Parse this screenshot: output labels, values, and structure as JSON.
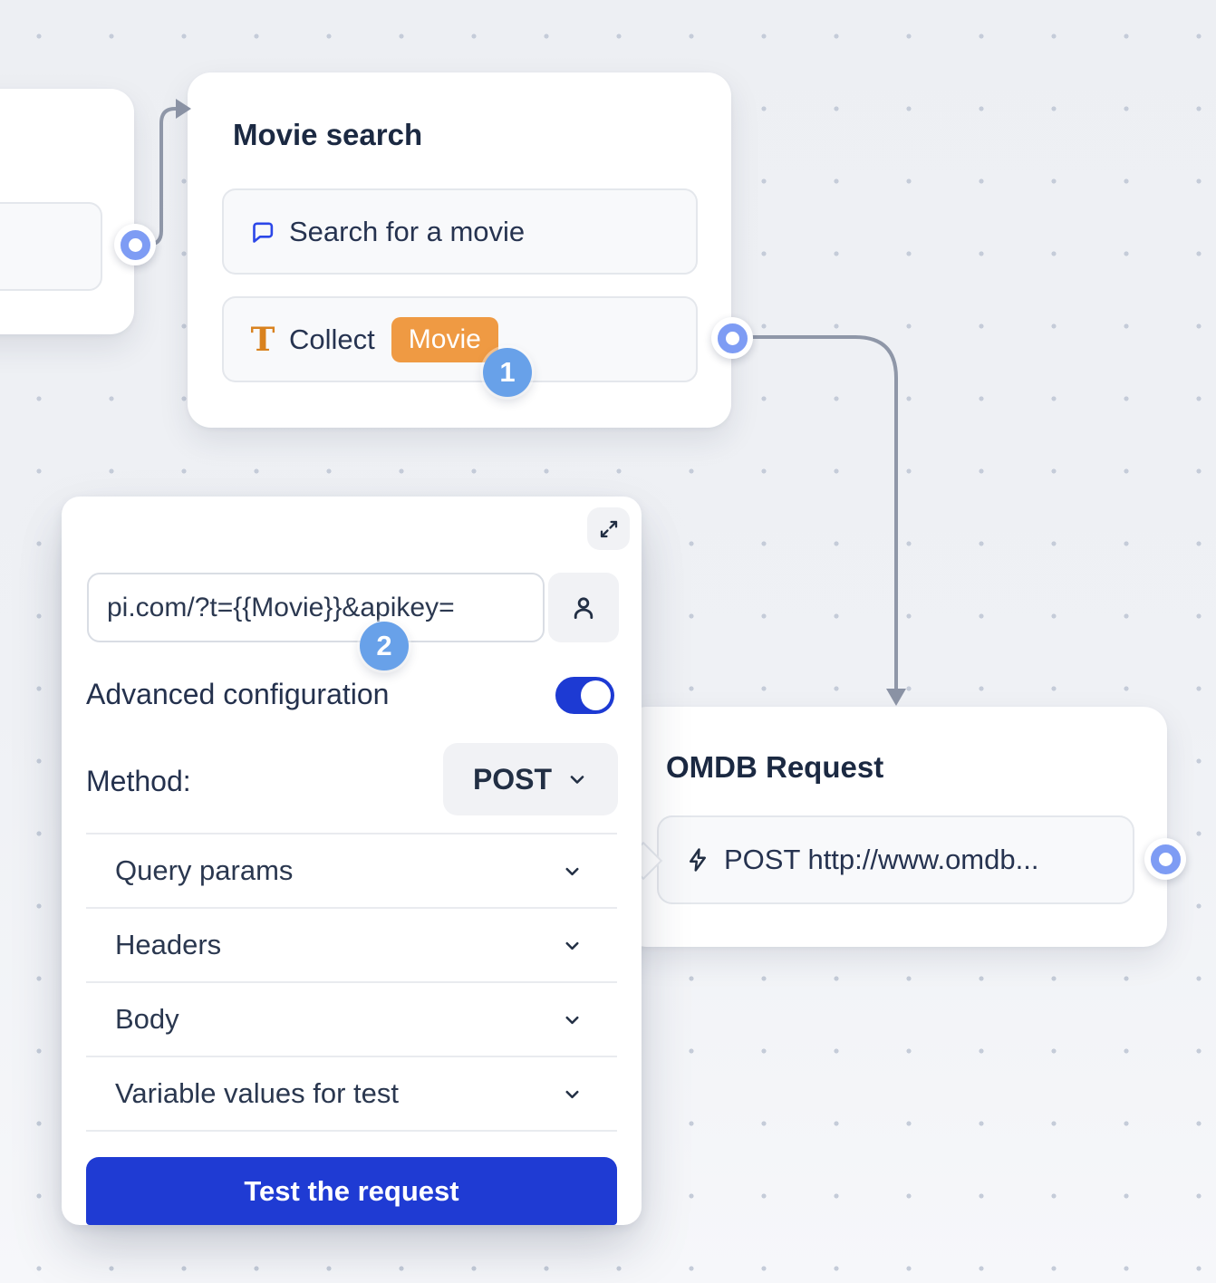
{
  "canvas": {
    "colors": {
      "background": "#edeff3",
      "dot": "#c5ccd9",
      "connector": "#8f97a8",
      "port_ring": "#7e9cf4",
      "step_badge": "#68a1e9",
      "accent_blue": "#1f3bd3",
      "chip_orange": "#ef9a43",
      "text_navy": "#24314d"
    }
  },
  "nodes": {
    "movie_search": {
      "title": "Movie search",
      "items": [
        {
          "icon": "chat-bubble-icon",
          "label": "Search for a movie"
        },
        {
          "icon": "text-format-icon",
          "label": "Collect",
          "variable_chip": "Movie"
        }
      ],
      "step_badge": "1"
    },
    "omdb_request": {
      "title": "OMDB Request",
      "items": [
        {
          "icon": "lightning-icon",
          "label": "POST http://www.omdb..."
        }
      ]
    }
  },
  "editor_panel": {
    "expand_icon": "expand-diagonal-icon",
    "url_value": "pi.com/?t={{Movie}}&apikey=",
    "user_icon": "person-icon",
    "step_badge": "2",
    "advanced_label": "Advanced configuration",
    "advanced_enabled": "on",
    "method_label": "Method:",
    "method_value": "POST",
    "sections": [
      "Query params",
      "Headers",
      "Body",
      "Variable values for test"
    ],
    "test_button_label": "Test the request"
  }
}
